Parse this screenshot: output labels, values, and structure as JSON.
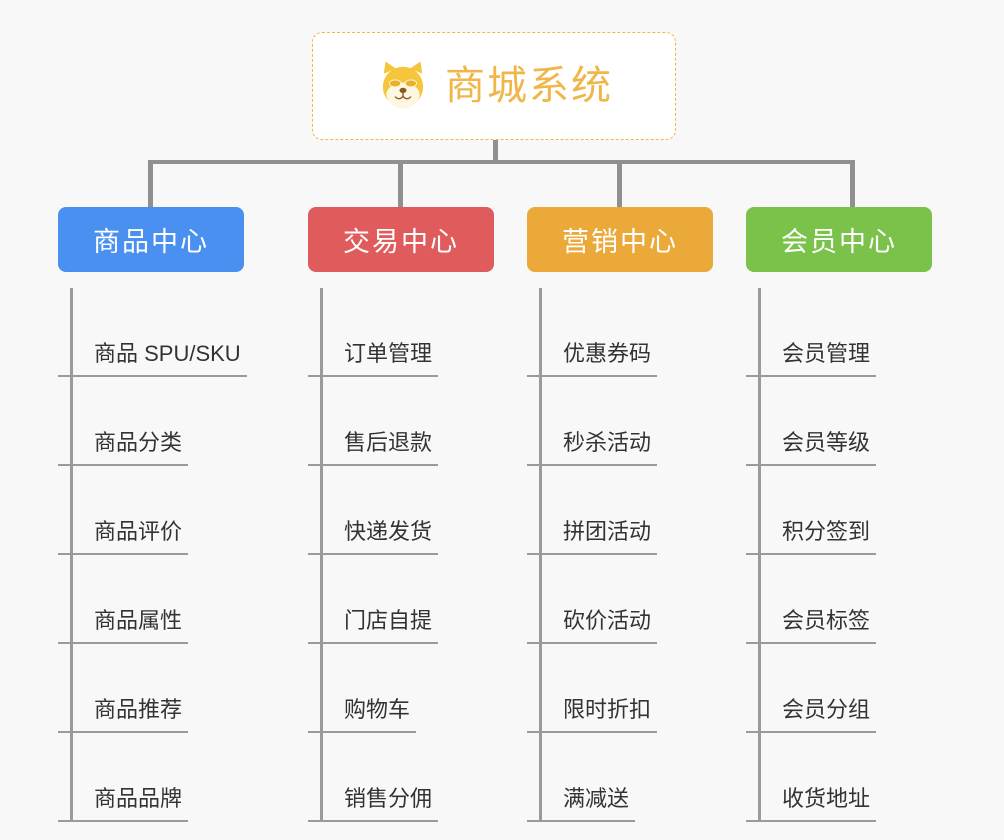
{
  "root": {
    "title": "商城系统",
    "icon": "shiba-dog-icon",
    "border_color": "#f0b64a",
    "text_color": "#f0b64a",
    "background": "#ffffff"
  },
  "canvas": {
    "background": "#f8f8f8",
    "connector_color": "#909090"
  },
  "columns": [
    {
      "header": "商品中心",
      "color": "#4a90f0",
      "items": [
        "商品 SPU/SKU",
        "商品分类",
        "商品评价",
        "商品属性",
        "商品推荐",
        "商品品牌"
      ]
    },
    {
      "header": "交易中心",
      "color": "#e05b5b",
      "items": [
        "订单管理",
        "售后退款",
        "快递发货",
        "门店自提",
        "购物车",
        "销售分佣"
      ]
    },
    {
      "header": "营销中心",
      "color": "#eaa938",
      "items": [
        "优惠券码",
        "秒杀活动",
        "拼团活动",
        "砍价活动",
        "限时折扣",
        "满减送"
      ]
    },
    {
      "header": "会员中心",
      "color": "#7ac24a",
      "items": [
        "会员管理",
        "会员等级",
        "积分签到",
        "会员标签",
        "会员分组",
        "收货地址"
      ]
    }
  ]
}
